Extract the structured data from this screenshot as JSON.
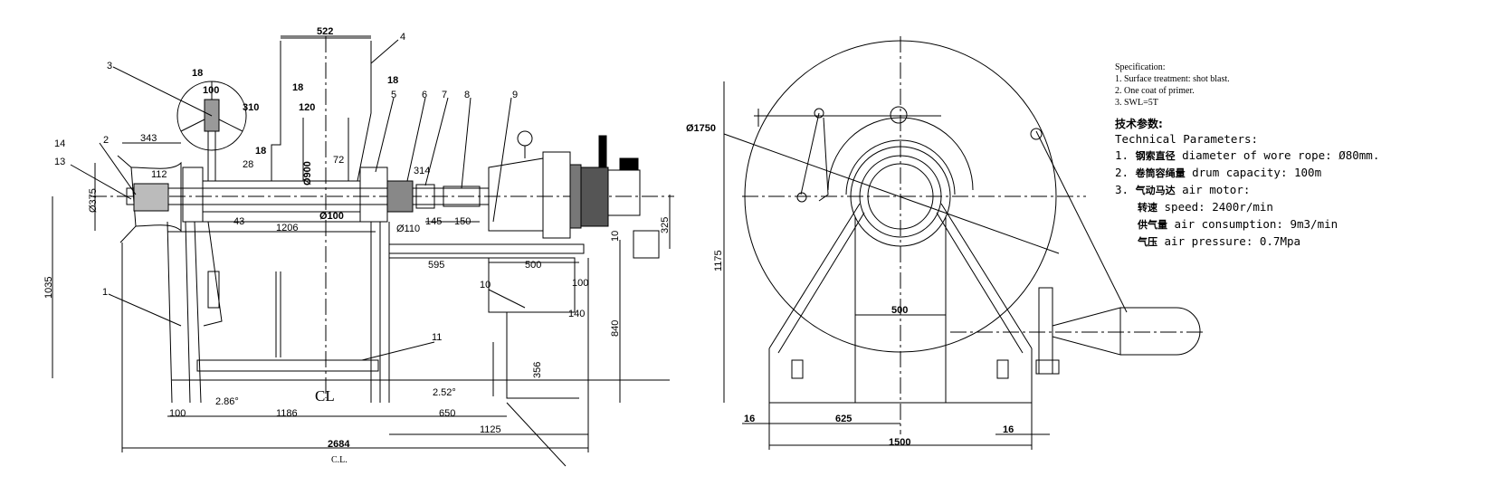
{
  "notes": {
    "specification": {
      "heading": "Specification:",
      "items": [
        "1. Surface treatment: shot blast.",
        "2. One coat of primer.",
        "3.  SWL=5T"
      ]
    },
    "technical": {
      "title_cn": "技术参数:",
      "title_en": "Technical Parameters:",
      "rows": [
        {
          "num": "1.",
          "cn": "钢索直径",
          "en": " diameter of wore rope:  Ø80mm."
        },
        {
          "num": "2.",
          "cn": "卷筒容绳量",
          "en": " drum capacity: 100m"
        },
        {
          "num": "3.",
          "cn": "气动马达",
          "en": " air motor:"
        }
      ],
      "sub_rows": [
        {
          "cn": "转速",
          "en": " speed:    2400r/min"
        },
        {
          "cn": "供气量",
          "en": " air consumption: 9m3/min"
        },
        {
          "cn": "气压",
          "en": " air pressure: 0.7Mpa"
        }
      ]
    }
  },
  "front_view": {
    "dims": {
      "d522": "522",
      "d18a": "18",
      "d18b": "18",
      "d18c": "18",
      "d18d": "18",
      "d100top": "100",
      "d310": "310",
      "d120": "120",
      "d343": "343",
      "d112": "112",
      "d28": "28",
      "d72": "72",
      "d314": "314",
      "d900": "Ø900",
      "d375": "Ø375",
      "d100": "Ø100",
      "d110": "Ø110",
      "d43": "43",
      "d1206": "1206",
      "d145": "145",
      "d150": "150",
      "d325": "325",
      "d10": "10",
      "d595": "595",
      "d500": "500",
      "d100b": "100",
      "d140": "140",
      "d840": "840",
      "d356": "356",
      "d1035": "1035",
      "d286": "2.86°",
      "d252": "2.52°",
      "cl": "CL",
      "d100c": "100",
      "d1186": "1186",
      "d650": "650",
      "d1125": "1125",
      "d2684": "2684",
      "cl2": "C.L."
    },
    "parts": [
      "1",
      "2",
      "3",
      "4",
      "5",
      "6",
      "7",
      "8",
      "9",
      "10",
      "11",
      "13",
      "14"
    ]
  },
  "side_view": {
    "dims": {
      "d1750": "Ø1750",
      "d1175": "1175",
      "d500": "500",
      "d16a": "16",
      "d625": "625",
      "d16b": "16",
      "d1500": "1500"
    }
  }
}
